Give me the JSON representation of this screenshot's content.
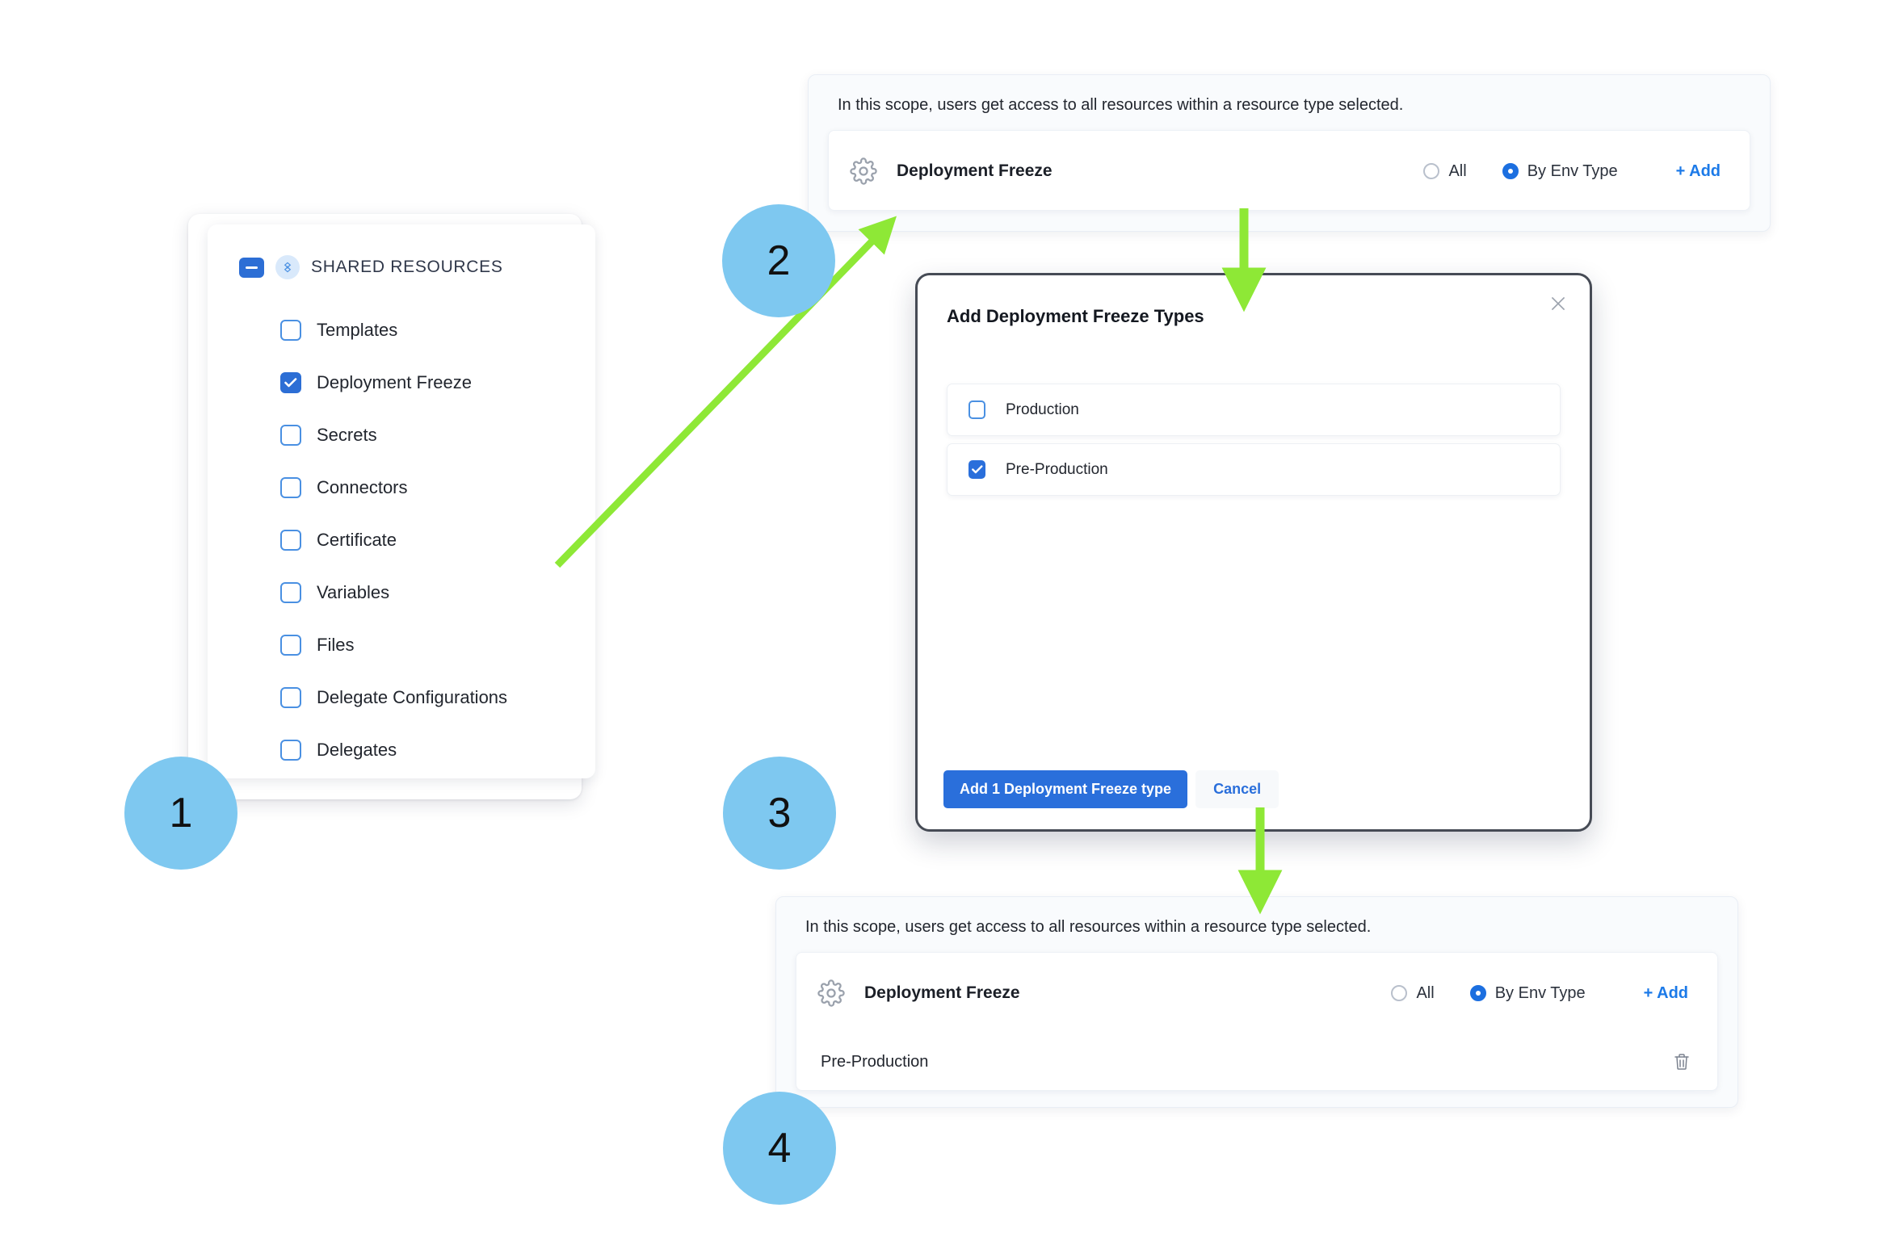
{
  "steps": [
    {
      "number": "1"
    },
    {
      "number": "2"
    },
    {
      "number": "3"
    },
    {
      "number": "4"
    }
  ],
  "shared_resources": {
    "title": "SHARED RESOURCES",
    "collapse_icon": "minus-icon",
    "group_icon": "shared-resources-icon",
    "items": [
      {
        "label": "Templates",
        "checked": false
      },
      {
        "label": "Deployment Freeze",
        "checked": true
      },
      {
        "label": "Secrets",
        "checked": false
      },
      {
        "label": "Connectors",
        "checked": false
      },
      {
        "label": "Certificate",
        "checked": false
      },
      {
        "label": "Variables",
        "checked": false
      },
      {
        "label": "Files",
        "checked": false
      },
      {
        "label": "Delegate Configurations",
        "checked": false
      },
      {
        "label": "Delegates",
        "checked": false
      }
    ]
  },
  "scope_panel_before": {
    "note": "In this scope, users get access to all resources within a resource type selected.",
    "resource_icon": "gear-icon",
    "resource_name": "Deployment Freeze",
    "options": [
      {
        "label": "All",
        "selected": false
      },
      {
        "label": "By Env Type",
        "selected": true
      }
    ],
    "add_label": "+ Add",
    "selected_items": []
  },
  "scope_panel_after": {
    "note": "In this scope, users get access to all resources within a resource type selected.",
    "resource_icon": "gear-icon",
    "resource_name": "Deployment Freeze",
    "options": [
      {
        "label": "All",
        "selected": false
      },
      {
        "label": "By Env Type",
        "selected": true
      }
    ],
    "add_label": "+ Add",
    "selected_items": [
      {
        "label": "Pre-Production",
        "delete_icon": "trash-icon"
      }
    ]
  },
  "modal": {
    "title": "Add Deployment Freeze Types",
    "close_icon": "close-icon",
    "options": [
      {
        "label": "Production",
        "checked": false
      },
      {
        "label": "Pre-Production",
        "checked": true
      }
    ],
    "primary_button": "Add 1 Deployment Freeze type",
    "cancel_button": "Cancel"
  },
  "colors": {
    "badge": "#7ec8f0",
    "arrow": "#8ee836",
    "accent_blue": "#2a6fdb",
    "link_blue": "#1c7ae8"
  }
}
